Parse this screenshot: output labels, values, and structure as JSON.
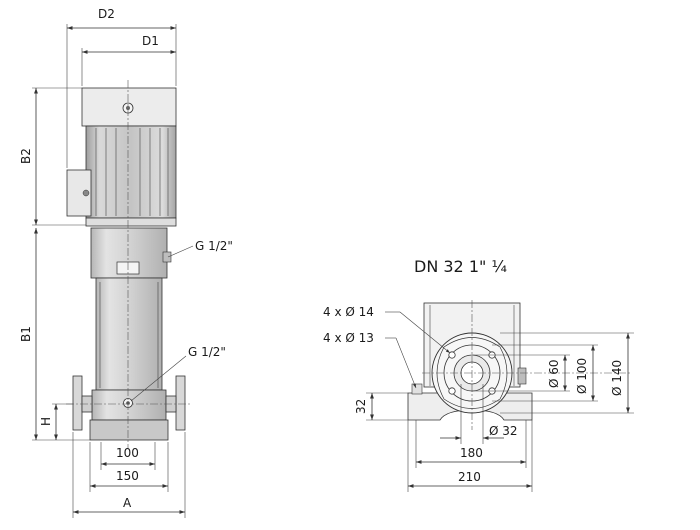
{
  "front_view": {
    "labels": {
      "D2": "D2",
      "D1": "D1",
      "B2": "B2",
      "B1": "B1",
      "H": "H",
      "A": "A",
      "dim_100": "100",
      "dim_150": "150",
      "port_upper": "G 1/2\"",
      "port_lower": "G 1/2\""
    }
  },
  "flange_view": {
    "title": "DN 32 1\" ¼",
    "labels": {
      "holes_14": "4 x Ø 14",
      "holes_13": "4 x Ø 13",
      "dim_32_height": "32",
      "dim_180": "180",
      "dim_210": "210",
      "dia_32": "Ø 32",
      "dia_60": "Ø 60",
      "dia_100": "Ø 100",
      "dia_140": "Ø 140"
    }
  },
  "colors": {
    "line": "#333333",
    "motor_light": "#e6e6e6",
    "motor_fins": "#bdbdbd",
    "body_grey": "#d4d4d4",
    "text": "#1a1a1a"
  }
}
